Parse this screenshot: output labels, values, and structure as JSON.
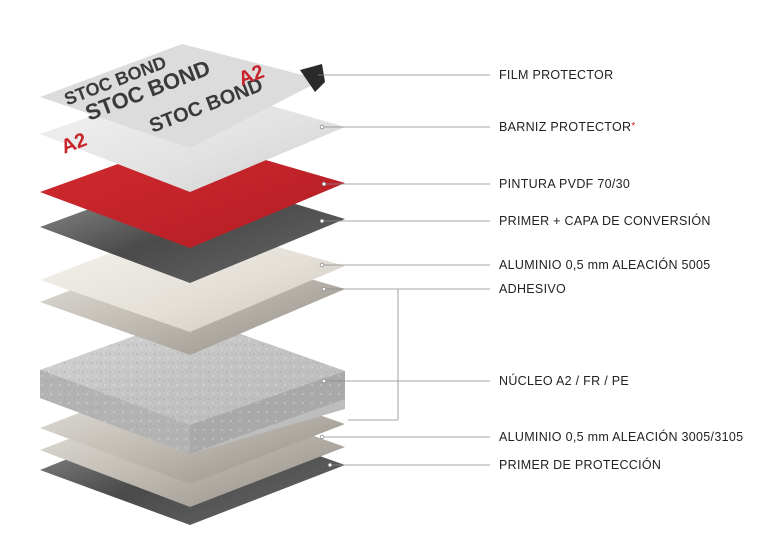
{
  "labels": {
    "film": "FILM PROTECTOR",
    "barniz": "BARNIZ PROTECTOR",
    "barniz_mark": "*",
    "pintura": "PINTURA PVDF 70/30",
    "primer": "PRIMER + CAPA DE CONVERSIÓN",
    "aluminio_top": "ALUMINIO 0,5 mm ALEACIÓN 5005",
    "adhesivo": "ADHESIVO",
    "nucleo": "NÚCLEO A2 / FR / PE",
    "aluminio_bottom": "ALUMINIO 0,5 mm ALEACIÓN 3005/3105",
    "primer_proteccion": "PRIMER DE PROTECCIÓN"
  },
  "film_print": {
    "brand": "STOC BOND",
    "grade": "A2"
  },
  "colors": {
    "paint_red": "#c8232a",
    "leader_line": "#8a8a8a",
    "label_text": "#222222"
  }
}
